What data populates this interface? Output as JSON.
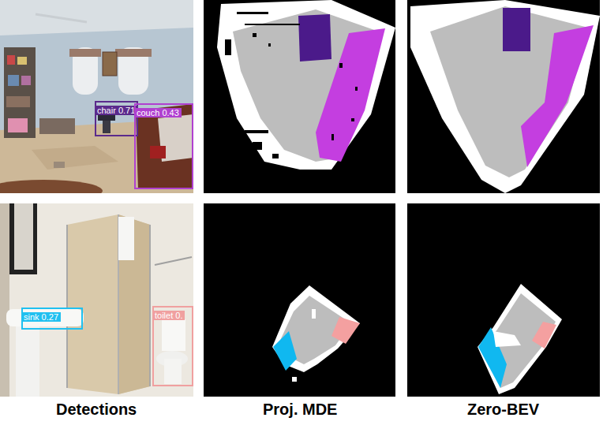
{
  "diagram": {
    "nodes": [
      {
        "text": [
          "chair 0.71"
        ]
      },
      {
        "text": [
          "couch 0.43"
        ]
      },
      {
        "text": [
          "sink 0.27"
        ]
      },
      {
        "text": [
          "toilet 0."
        ]
      }
    ],
    "labels": [
      "Detections",
      "Proj. MDE",
      "Zero-BEV"
    ]
  }
}
